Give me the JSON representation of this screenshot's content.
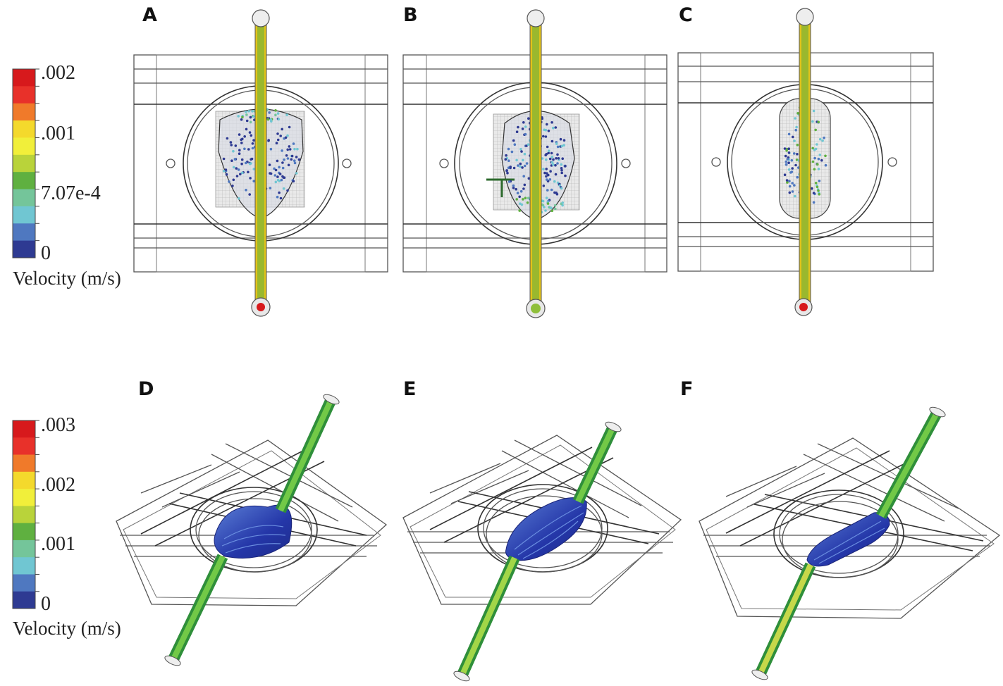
{
  "panels_top": [
    {
      "id": "A",
      "label": "A"
    },
    {
      "id": "B",
      "label": "B"
    },
    {
      "id": "C",
      "label": "C"
    }
  ],
  "panels_bottom": [
    {
      "id": "D",
      "label": "D"
    },
    {
      "id": "E",
      "label": "E"
    },
    {
      "id": "F",
      "label": "F"
    }
  ],
  "legend_top": {
    "title": "Velocity (m/s)",
    "ticks": [
      ".002",
      ".001",
      "7.07e-4",
      "0"
    ],
    "colors": [
      "#d7191c",
      "#e8312a",
      "#f07a2a",
      "#f4d92c",
      "#f1ef3a",
      "#b9d33a",
      "#5fb040",
      "#74c59a",
      "#70c6d2",
      "#4f78c0",
      "#2e3a92"
    ]
  },
  "legend_bottom": {
    "title": "Velocity (m/s)",
    "ticks": [
      ".003",
      ".002",
      ".001",
      "0"
    ],
    "colors": [
      "#d7191c",
      "#e8312a",
      "#f07a2a",
      "#f4d92c",
      "#f1ef3a",
      "#b9d33a",
      "#5fb040",
      "#74c59a",
      "#70c6d2",
      "#4f78c0",
      "#2e3a92"
    ]
  }
}
